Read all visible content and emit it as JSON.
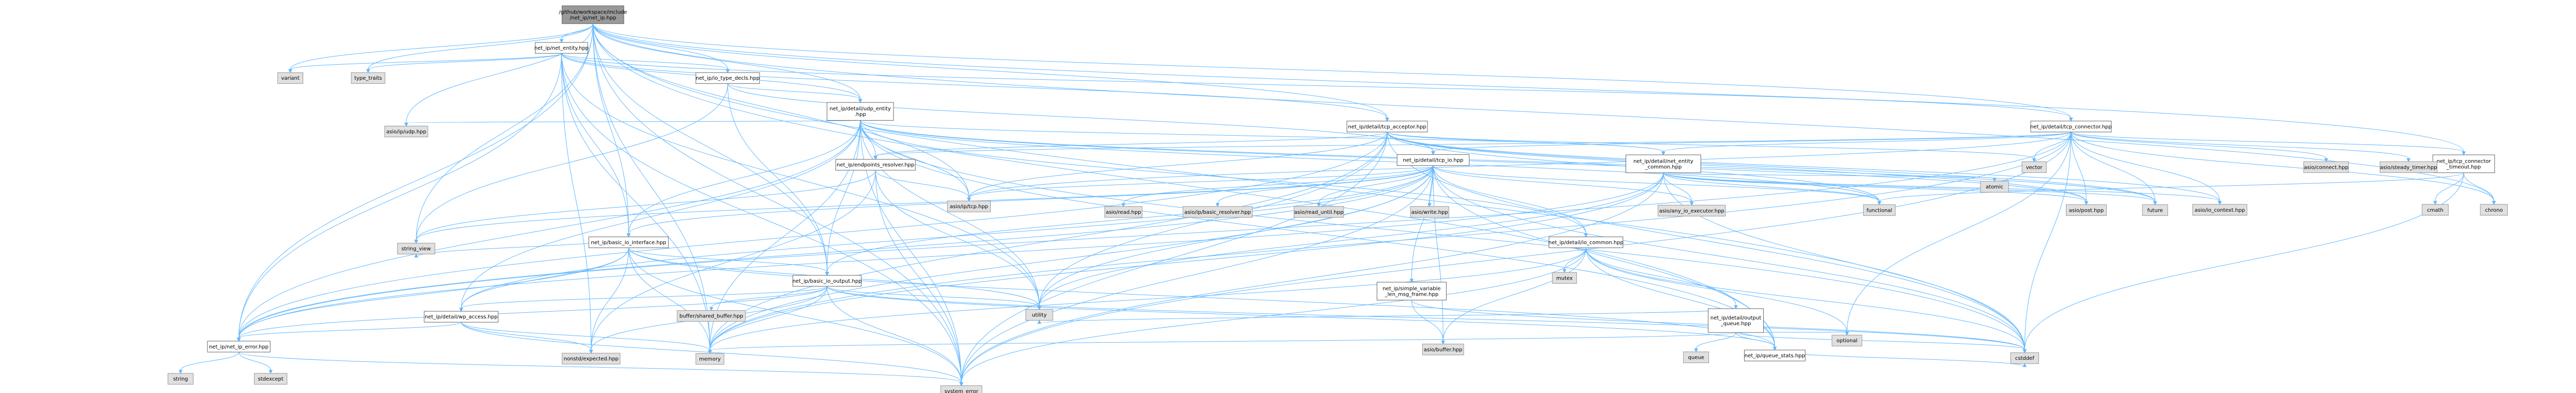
{
  "nodes": [
    {
      "id": "root",
      "label": [
        "/github/workspace/include",
        "/net_ip/net_ip.hpp"
      ],
      "kind": "root"
    },
    {
      "id": "net_entity",
      "label": [
        "net_ip/net_entity.hpp"
      ],
      "kind": "inc"
    },
    {
      "id": "io_type_decls",
      "label": [
        "net_ip/io_type_decls.hpp"
      ],
      "kind": "inc"
    },
    {
      "id": "udp_entity",
      "label": [
        "net_ip/detail/udp_entity",
        ".hpp"
      ],
      "kind": "inc"
    },
    {
      "id": "tcp_acceptor",
      "label": [
        "net_ip/detail/tcp_acceptor.hpp"
      ],
      "kind": "inc"
    },
    {
      "id": "tcp_connector",
      "label": [
        "net_ip/detail/tcp_connector.hpp"
      ],
      "kind": "inc"
    },
    {
      "id": "tcp_io",
      "label": [
        "net_ip/detail/tcp_io.hpp"
      ],
      "kind": "inc"
    },
    {
      "id": "net_entity_common",
      "label": [
        "net_ip/detail/net_entity",
        "_common.hpp"
      ],
      "kind": "inc"
    },
    {
      "id": "endpoints_resolver",
      "label": [
        "net_ip/endpoints_resolver.hpp"
      ],
      "kind": "inc"
    },
    {
      "id": "tcp_connector_timeout",
      "label": [
        "net_ip/tcp_connector",
        "_timeout.hpp"
      ],
      "kind": "inc"
    },
    {
      "id": "basic_io_interface",
      "label": [
        "net_ip/basic_io_interface.hpp"
      ],
      "kind": "inc"
    },
    {
      "id": "io_common",
      "label": [
        "net_ip/detail/io_common.hpp"
      ],
      "kind": "inc"
    },
    {
      "id": "basic_io_output",
      "label": [
        "net_ip/basic_io_output.hpp"
      ],
      "kind": "inc"
    },
    {
      "id": "simple_variable",
      "label": [
        "net_ip/simple_variable",
        "_len_msg_frame.hpp"
      ],
      "kind": "inc"
    },
    {
      "id": "output_queue",
      "label": [
        "net_ip/detail/output",
        "_queue.hpp"
      ],
      "kind": "inc"
    },
    {
      "id": "wp_access",
      "label": [
        "net_ip/detail/wp_access.hpp"
      ],
      "kind": "inc"
    },
    {
      "id": "queue_stats",
      "label": [
        "net_ip/queue_stats.hpp"
      ],
      "kind": "inc"
    },
    {
      "id": "net_ip_error",
      "label": [
        "net_ip/net_ip_error.hpp"
      ],
      "kind": "inc"
    },
    {
      "id": "variant",
      "label": [
        "variant"
      ],
      "kind": "ext"
    },
    {
      "id": "type_traits",
      "label": [
        "type_traits"
      ],
      "kind": "ext"
    },
    {
      "id": "asio_ip_udp",
      "label": [
        "asio/ip/udp.hpp"
      ],
      "kind": "ext"
    },
    {
      "id": "asio_ip_tcp",
      "label": [
        "asio/ip/tcp.hpp"
      ],
      "kind": "ext"
    },
    {
      "id": "string_view",
      "label": [
        "string_view"
      ],
      "kind": "ext"
    },
    {
      "id": "asio_read",
      "label": [
        "asio/read.hpp"
      ],
      "kind": "ext"
    },
    {
      "id": "asio_basic_resolver",
      "label": [
        "asio/ip/basic_resolver.hpp"
      ],
      "kind": "ext"
    },
    {
      "id": "asio_read_until",
      "label": [
        "asio/read_until.hpp"
      ],
      "kind": "ext"
    },
    {
      "id": "asio_write",
      "label": [
        "asio/write.hpp"
      ],
      "kind": "ext"
    },
    {
      "id": "asio_any_io_executor",
      "label": [
        "asio/any_io_executor.hpp"
      ],
      "kind": "ext"
    },
    {
      "id": "functional",
      "label": [
        "functional"
      ],
      "kind": "ext"
    },
    {
      "id": "atomic",
      "label": [
        "atomic"
      ],
      "kind": "ext"
    },
    {
      "id": "asio_post",
      "label": [
        "asio/post.hpp"
      ],
      "kind": "ext"
    },
    {
      "id": "future",
      "label": [
        "future"
      ],
      "kind": "ext"
    },
    {
      "id": "asio_io_context",
      "label": [
        "asio/io_context.hpp"
      ],
      "kind": "ext"
    },
    {
      "id": "vector",
      "label": [
        "vector"
      ],
      "kind": "ext"
    },
    {
      "id": "asio_connect",
      "label": [
        "asio/connect.hpp"
      ],
      "kind": "ext"
    },
    {
      "id": "asio_steady_timer",
      "label": [
        "asio/steady_timer.hpp"
      ],
      "kind": "ext"
    },
    {
      "id": "cmath",
      "label": [
        "cmath"
      ],
      "kind": "ext"
    },
    {
      "id": "chrono",
      "label": [
        "chrono"
      ],
      "kind": "ext"
    },
    {
      "id": "mutex",
      "label": [
        "mutex"
      ],
      "kind": "ext"
    },
    {
      "id": "buffer_shared_buffer",
      "label": [
        "buffer/shared_buffer.hpp"
      ],
      "kind": "ext"
    },
    {
      "id": "utility",
      "label": [
        "utility"
      ],
      "kind": "ext"
    },
    {
      "id": "asio_buffer",
      "label": [
        "asio/buffer.hpp"
      ],
      "kind": "ext"
    },
    {
      "id": "optional",
      "label": [
        "optional"
      ],
      "kind": "ext"
    },
    {
      "id": "queue",
      "label": [
        "queue"
      ],
      "kind": "ext"
    },
    {
      "id": "nonstd_expected",
      "label": [
        "nonstd/expected.hpp"
      ],
      "kind": "ext"
    },
    {
      "id": "memory",
      "label": [
        "memory"
      ],
      "kind": "ext"
    },
    {
      "id": "cstddef",
      "label": [
        "cstddef"
      ],
      "kind": "ext"
    },
    {
      "id": "string",
      "label": [
        "string"
      ],
      "kind": "ext"
    },
    {
      "id": "stdexcept",
      "label": [
        "stdexcept"
      ],
      "kind": "ext"
    },
    {
      "id": "system_error",
      "label": [
        "system_error"
      ],
      "kind": "ext"
    }
  ],
  "edges": [
    [
      "root",
      "net_entity"
    ],
    [
      "root",
      "io_type_decls"
    ],
    [
      "root",
      "udp_entity"
    ],
    [
      "root",
      "tcp_acceptor"
    ],
    [
      "root",
      "tcp_connector"
    ],
    [
      "root",
      "variant"
    ],
    [
      "root",
      "type_traits"
    ],
    [
      "root",
      "string_view"
    ],
    [
      "root",
      "tcp_connector_timeout"
    ],
    [
      "root",
      "net_ip_error"
    ],
    [
      "root",
      "basic_io_interface"
    ],
    [
      "root",
      "basic_io_output"
    ],
    [
      "root",
      "system_error"
    ],
    [
      "root",
      "chrono"
    ],
    [
      "root",
      "cstddef"
    ],
    [
      "root",
      "memory"
    ],
    [
      "root",
      "queue_stats"
    ],
    [
      "root",
      "asio_ip_udp"
    ],
    [
      "root",
      "asio_ip_tcp"
    ],
    [
      "net_entity",
      "io_type_decls"
    ],
    [
      "net_entity",
      "udp_entity"
    ],
    [
      "net_entity",
      "tcp_acceptor"
    ],
    [
      "net_entity",
      "tcp_connector"
    ],
    [
      "net_entity",
      "variant"
    ],
    [
      "net_entity",
      "type_traits"
    ],
    [
      "net_entity",
      "net_ip_error"
    ],
    [
      "net_entity",
      "basic_io_interface"
    ],
    [
      "net_entity",
      "utility"
    ],
    [
      "net_entity",
      "memory"
    ],
    [
      "net_entity",
      "system_error"
    ],
    [
      "net_entity",
      "nonstd_expected"
    ],
    [
      "io_type_decls",
      "udp_entity"
    ],
    [
      "io_type_decls",
      "tcp_io"
    ],
    [
      "io_type_decls",
      "basic_io_output"
    ],
    [
      "io_type_decls",
      "string_view"
    ],
    [
      "udp_entity",
      "asio_ip_udp"
    ],
    [
      "udp_entity",
      "net_entity_common"
    ],
    [
      "udp_entity",
      "endpoints_resolver"
    ],
    [
      "udp_entity",
      "io_common"
    ],
    [
      "udp_entity",
      "basic_io_interface"
    ],
    [
      "udp_entity",
      "basic_io_output"
    ],
    [
      "udp_entity",
      "queue_stats"
    ],
    [
      "udp_entity",
      "net_ip_error"
    ],
    [
      "udp_entity",
      "wp_access"
    ],
    [
      "udp_entity",
      "memory"
    ],
    [
      "udp_entity",
      "cstddef"
    ],
    [
      "udp_entity",
      "utility"
    ],
    [
      "udp_entity",
      "system_error"
    ],
    [
      "udp_entity",
      "asio_post"
    ],
    [
      "udp_entity",
      "future"
    ],
    [
      "udp_entity",
      "functional"
    ],
    [
      "udp_entity",
      "asio_ip_tcp"
    ],
    [
      "tcp_acceptor",
      "asio_ip_tcp"
    ],
    [
      "tcp_acceptor",
      "net_entity_common"
    ],
    [
      "tcp_acceptor",
      "tcp_io"
    ],
    [
      "tcp_acceptor",
      "endpoints_resolver"
    ],
    [
      "tcp_acceptor",
      "asio_post"
    ],
    [
      "tcp_acceptor",
      "future"
    ],
    [
      "tcp_acceptor",
      "asio_io_context"
    ],
    [
      "tcp_acceptor",
      "vector"
    ],
    [
      "tcp_acceptor",
      "memory"
    ],
    [
      "tcp_acceptor",
      "utility"
    ],
    [
      "tcp_acceptor",
      "system_error"
    ],
    [
      "tcp_acceptor",
      "cstddef"
    ],
    [
      "tcp_acceptor",
      "net_ip_error"
    ],
    [
      "tcp_acceptor",
      "functional"
    ],
    [
      "tcp_connector",
      "asio_connect"
    ],
    [
      "tcp_connector",
      "asio_steady_timer"
    ],
    [
      "tcp_connector",
      "net_entity_common"
    ],
    [
      "tcp_connector",
      "tcp_io"
    ],
    [
      "tcp_connector",
      "endpoints_resolver"
    ],
    [
      "tcp_connector",
      "tcp_connector_timeout"
    ],
    [
      "tcp_connector",
      "asio_post"
    ],
    [
      "tcp_connector",
      "future"
    ],
    [
      "tcp_connector",
      "asio_io_context"
    ],
    [
      "tcp_connector",
      "vector"
    ],
    [
      "tcp_connector",
      "chrono"
    ],
    [
      "tcp_connector",
      "memory"
    ],
    [
      "tcp_connector",
      "cstddef"
    ],
    [
      "tcp_connector",
      "system_error"
    ],
    [
      "tcp_connector",
      "optional"
    ],
    [
      "tcp_connector",
      "asio_ip_tcp"
    ],
    [
      "tcp_connector",
      "net_ip_error"
    ],
    [
      "tcp_io",
      "asio_read"
    ],
    [
      "tcp_io",
      "asio_basic_resolver"
    ],
    [
      "tcp_io",
      "asio_read_until"
    ],
    [
      "tcp_io",
      "asio_write"
    ],
    [
      "tcp_io",
      "asio_ip_tcp"
    ],
    [
      "tcp_io",
      "io_common"
    ],
    [
      "tcp_io",
      "basic_io_interface"
    ],
    [
      "tcp_io",
      "basic_io_output"
    ],
    [
      "tcp_io",
      "simple_variable"
    ],
    [
      "tcp_io",
      "queue_stats"
    ],
    [
      "tcp_io",
      "wp_access"
    ],
    [
      "tcp_io",
      "net_ip_error"
    ],
    [
      "tcp_io",
      "string_view"
    ],
    [
      "tcp_io",
      "utility"
    ],
    [
      "tcp_io",
      "memory"
    ],
    [
      "tcp_io",
      "cstddef"
    ],
    [
      "tcp_io",
      "system_error"
    ],
    [
      "tcp_io",
      "asio_any_io_executor"
    ],
    [
      "tcp_io",
      "functional"
    ],
    [
      "tcp_io",
      "asio_buffer"
    ],
    [
      "net_entity_common",
      "asio_any_io_executor"
    ],
    [
      "net_entity_common",
      "functional"
    ],
    [
      "net_entity_common",
      "atomic"
    ],
    [
      "net_entity_common",
      "asio_post"
    ],
    [
      "net_entity_common",
      "future"
    ],
    [
      "net_entity_common",
      "asio_io_context"
    ],
    [
      "net_entity_common",
      "memory"
    ],
    [
      "net_entity_common",
      "system_error"
    ],
    [
      "net_entity_common",
      "utility"
    ],
    [
      "net_entity_common",
      "net_ip_error"
    ],
    [
      "net_entity_common",
      "cstddef"
    ],
    [
      "endpoints_resolver",
      "asio_ip_tcp"
    ],
    [
      "endpoints_resolver",
      "string_view"
    ],
    [
      "endpoints_resolver",
      "utility"
    ],
    [
      "endpoints_resolver",
      "system_error"
    ],
    [
      "endpoints_resolver",
      "nonstd_expected"
    ],
    [
      "tcp_connector_timeout",
      "cmath"
    ],
    [
      "tcp_connector_timeout",
      "chrono"
    ],
    [
      "tcp_connector_timeout",
      "functional"
    ],
    [
      "tcp_connector_timeout",
      "cstddef"
    ],
    [
      "basic_io_interface",
      "basic_io_output"
    ],
    [
      "basic_io_interface",
      "wp_access"
    ],
    [
      "basic_io_interface",
      "queue_stats"
    ],
    [
      "basic_io_interface",
      "net_ip_error"
    ],
    [
      "basic_io_interface",
      "memory"
    ],
    [
      "basic_io_interface",
      "utility"
    ],
    [
      "basic_io_interface",
      "system_error"
    ],
    [
      "basic_io_interface",
      "string_view"
    ],
    [
      "basic_io_interface",
      "nonstd_expected"
    ],
    [
      "io_common",
      "output_queue"
    ],
    [
      "io_common",
      "queue_stats"
    ],
    [
      "io_common",
      "asio_buffer"
    ],
    [
      "io_common",
      "memory"
    ],
    [
      "io_common",
      "cstddef"
    ],
    [
      "io_common",
      "system_error"
    ],
    [
      "io_common",
      "optional"
    ],
    [
      "io_common",
      "mutex"
    ],
    [
      "basic_io_output",
      "buffer_shared_buffer"
    ],
    [
      "basic_io_output",
      "wp_access"
    ],
    [
      "basic_io_output",
      "queue_stats"
    ],
    [
      "basic_io_output",
      "net_ip_error"
    ],
    [
      "basic_io_output",
      "memory"
    ],
    [
      "basic_io_output",
      "utility"
    ],
    [
      "basic_io_output",
      "system_error"
    ],
    [
      "basic_io_output",
      "cstddef"
    ],
    [
      "basic_io_output",
      "nonstd_expected"
    ],
    [
      "simple_variable",
      "asio_buffer"
    ],
    [
      "simple_variable",
      "cstddef"
    ],
    [
      "output_queue",
      "queue"
    ],
    [
      "output_queue",
      "queue_stats"
    ],
    [
      "output_queue",
      "optional"
    ],
    [
      "output_queue",
      "utility"
    ],
    [
      "output_queue",
      "cstddef"
    ],
    [
      "output_queue",
      "memory"
    ],
    [
      "wp_access",
      "memory"
    ],
    [
      "wp_access",
      "net_ip_error"
    ],
    [
      "wp_access",
      "system_error"
    ],
    [
      "wp_access",
      "nonstd_expected"
    ],
    [
      "queue_stats",
      "cstddef"
    ],
    [
      "net_ip_error",
      "string"
    ],
    [
      "net_ip_error",
      "stdexcept"
    ],
    [
      "net_ip_error",
      "system_error"
    ]
  ]
}
